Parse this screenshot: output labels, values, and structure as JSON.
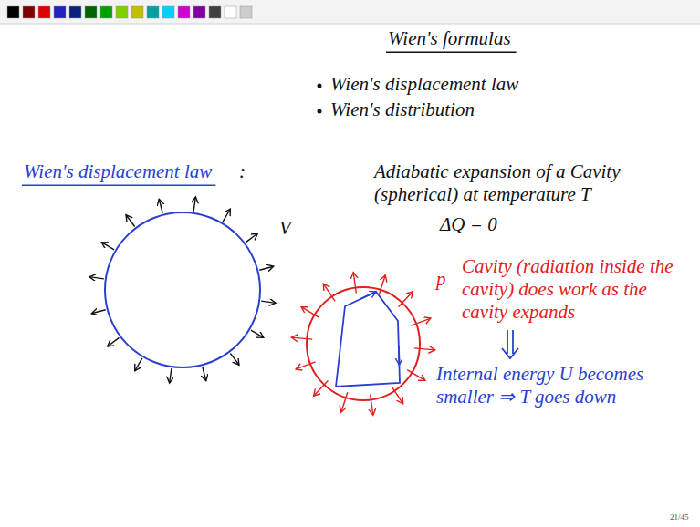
{
  "diagram": {
    "title": "Wien's formulas",
    "labels": [
      "Wien's displacement law",
      "Wien's distribution",
      "Wien's displacement law",
      ":",
      "Adiabatic expansion of a Cavity (spherical) at temperature T",
      "ΔQ = 0",
      "V",
      "p",
      "Cavity (radiation inside the cavity) does work as the cavity expands",
      "Internal energy U becomes smaller ⇒ T goes down",
      "21/45"
    ]
  }
}
